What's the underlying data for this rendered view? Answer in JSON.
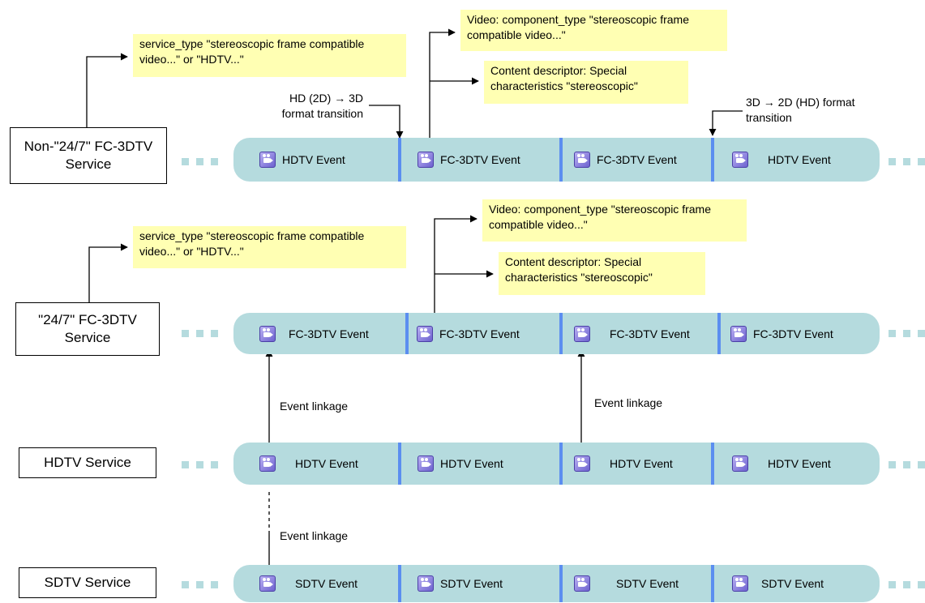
{
  "notes": {
    "svc_type_1": "service_type \"stereoscopic frame compatible video...\" or \"HDTV...\"",
    "video_1": "Video: component_type \"stereoscopic frame compatible video...\"",
    "content_1": "Content descriptor: Special characteristics \"stereoscopic\"",
    "svc_type_2": "service_type \"stereoscopic frame compatible video...\" or \"HDTV...\"",
    "video_2": "Video: component_type \"stereoscopic frame compatible video...\"",
    "content_2": "Content descriptor: Special characteristics \"stereoscopic\""
  },
  "labels": {
    "transition_to_3d": "HD (2D) → 3D format transition",
    "transition_to_2d": "3D → 2D (HD) format transition",
    "event_linkage_1": "Event linkage",
    "event_linkage_2": "Event linkage",
    "event_linkage_3": "Event linkage"
  },
  "services": {
    "non_247": "Non-\"24/7\" FC-3DTV Service",
    "fc_247": "\"24/7\" FC-3DTV Service",
    "hdtv": "HDTV Service",
    "sdtv": "SDTV Service"
  },
  "events": {
    "non_247": [
      "HDTV Event",
      "FC-3DTV Event",
      "FC-3DTV Event",
      "HDTV Event"
    ],
    "fc_247": [
      "FC-3DTV Event",
      "FC-3DTV Event",
      "FC-3DTV Event",
      "FC-3DTV Event"
    ],
    "hdtv": [
      "HDTV Event",
      "HDTV Event",
      "HDTV Event",
      "HDTV Event"
    ],
    "sdtv": [
      "SDTV Event",
      "SDTV Event",
      "SDTV Event",
      "SDTV Event"
    ]
  },
  "icons": {
    "event_icon": "video-camera-icon"
  },
  "colors": {
    "track": "#b5dbde",
    "separator": "#5b8ef0",
    "note": "#ffffb3"
  }
}
